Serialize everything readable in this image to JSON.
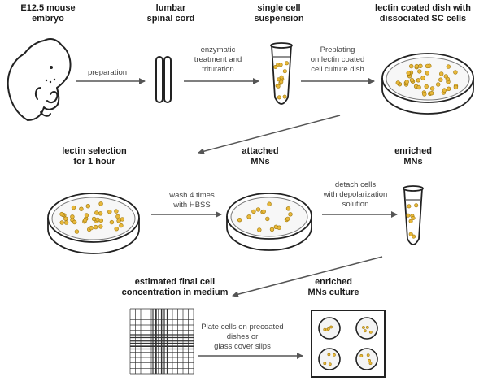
{
  "titles": {
    "embryo": [
      "E12.5 mouse",
      "embryo"
    ],
    "spinal_cord": [
      "lumbar",
      "spinal cord"
    ],
    "suspension": [
      "single cell",
      "suspension"
    ],
    "lectin_dish": [
      "lectin coated dish with",
      "dissociated SC cells"
    ],
    "lectin_selection": [
      "lectin selection",
      "for 1 hour"
    ],
    "attached": [
      "attached",
      "MNs"
    ],
    "enriched": [
      "enriched",
      "MNs"
    ],
    "concentration": [
      "estimated final cell",
      "concentration in medium"
    ],
    "culture": [
      "enriched",
      "MNs culture"
    ]
  },
  "steps": {
    "preparation": [
      "preparation"
    ],
    "enzymatic": [
      "enzymatic",
      "treatment and",
      "trituration"
    ],
    "preplating": [
      "Preplating",
      "on lectin coated",
      "cell culture dish"
    ],
    "wash": [
      "wash 4 times",
      "with HBSS"
    ],
    "detach": [
      "detach cells",
      "with depolarization",
      "solution"
    ],
    "plate": [
      "Plate cells on precoated",
      "dishes or",
      "glass cover slips"
    ]
  },
  "colors": {
    "cell_fill": "#e8b83a",
    "cell_stroke": "#a07a10",
    "line": "#222222",
    "arrow": "#555555"
  }
}
